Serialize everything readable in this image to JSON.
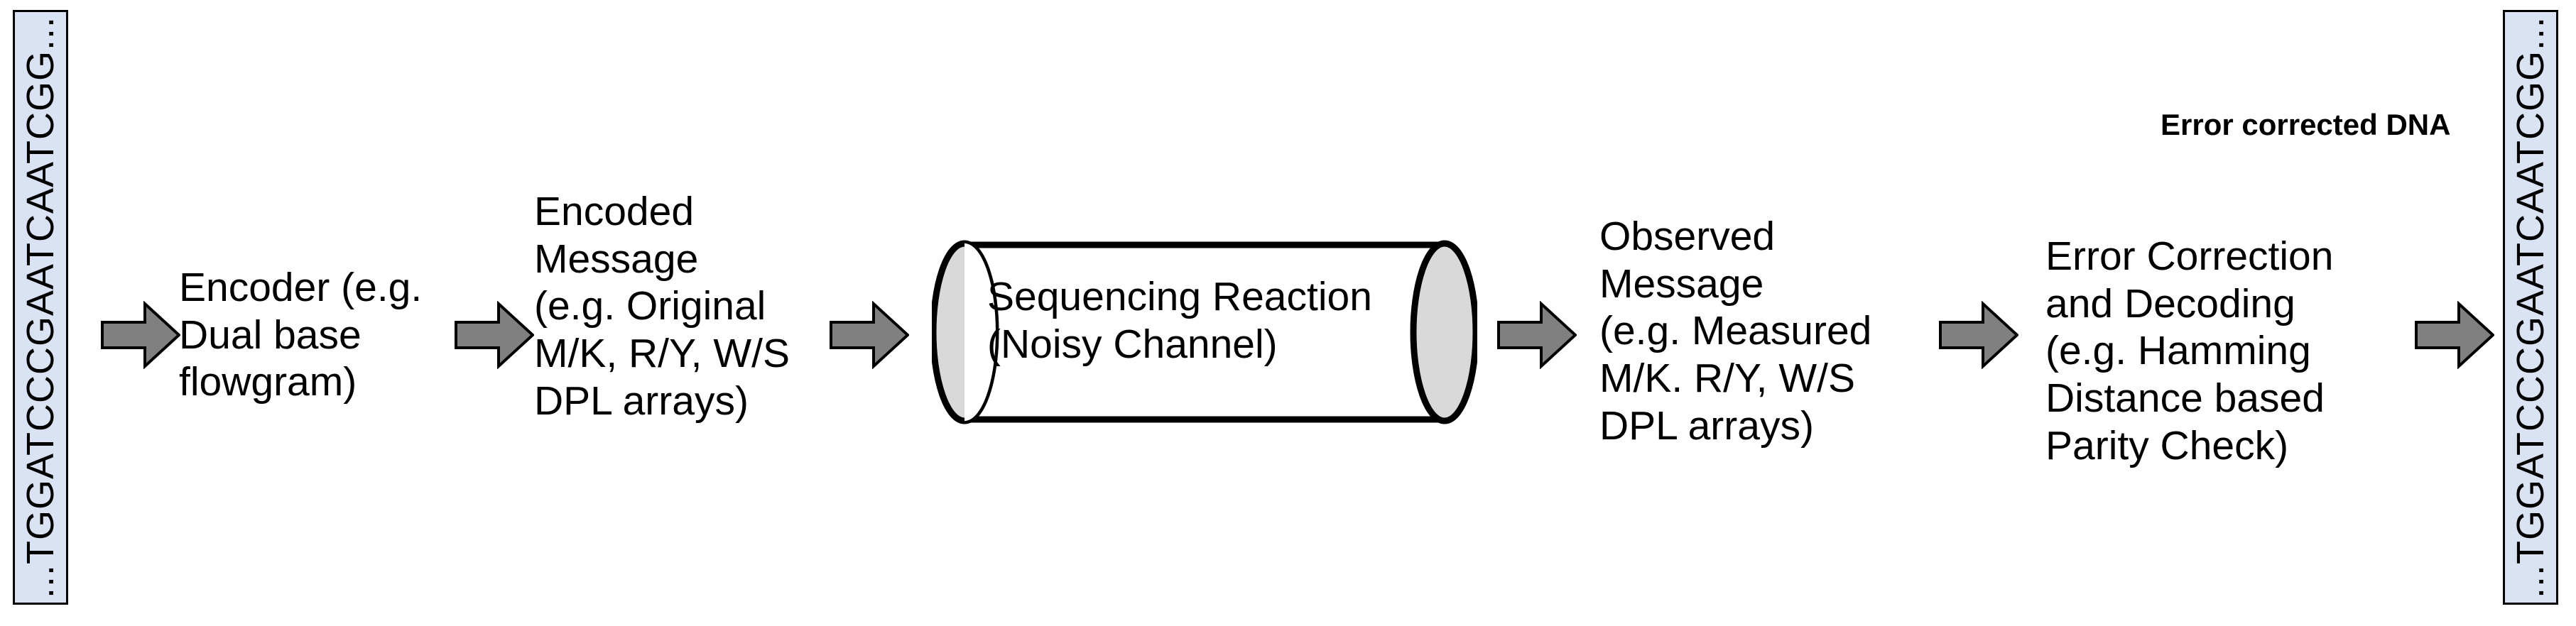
{
  "diagram": {
    "type": "pipeline-flow",
    "title_caption": "Error corrected DNA",
    "colors": {
      "dna_bar_fill": "#dae3f3",
      "dna_bar_stroke": "#000000",
      "arrow_fill": "#808080",
      "arrow_stroke": "#000000",
      "cylinder_cap_fill": "#d9d9d9",
      "cylinder_body_fill": "#ffffff",
      "cylinder_stroke": "#000000",
      "text": "#000000",
      "background": "#ffffff"
    },
    "input_dna": {
      "label": "...TGGATCCCGAATCAATCGG...",
      "orientation": "vertical-rotated-90"
    },
    "output_dna": {
      "label": "...TGGATCCCGAATCAATCGG...",
      "orientation": "vertical-rotated-90"
    },
    "stages": [
      {
        "id": "encoder",
        "label": "Encoder (e.g.\nDual base\nflowgram)"
      },
      {
        "id": "encoded-message",
        "label": "Encoded\nMessage\n(e.g. Original\nM/K, R/Y, W/S\nDPL arrays)"
      },
      {
        "id": "sequencing-reaction",
        "label": "Sequencing Reaction\n(Noisy Channel)",
        "shape": "cylinder"
      },
      {
        "id": "observed-message",
        "label": "Observed\nMessage\n(e.g. Measured\nM/K. R/Y, W/S\nDPL arrays)"
      },
      {
        "id": "error-correction",
        "label": "Error Correction\nand Decoding\n(e.g. Hamming\nDistance based\nParity Check)"
      }
    ],
    "arrows": [
      {
        "id": "arrow-1",
        "from": "input-dna",
        "to": "encoder"
      },
      {
        "id": "arrow-2",
        "from": "encoder",
        "to": "encoded-message"
      },
      {
        "id": "arrow-3",
        "from": "encoded-message",
        "to": "sequencing-reaction"
      },
      {
        "id": "arrow-4",
        "from": "sequencing-reaction",
        "to": "observed-message"
      },
      {
        "id": "arrow-5",
        "from": "observed-message",
        "to": "error-correction"
      },
      {
        "id": "arrow-6",
        "from": "error-correction",
        "to": "output-dna"
      }
    ]
  }
}
